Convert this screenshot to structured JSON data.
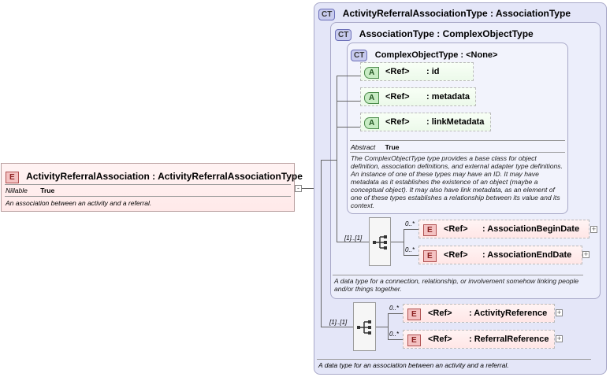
{
  "root": {
    "badge": "E",
    "title": "ActivityReferralAssociation : ActivityReferralAssociationType",
    "nillable_label": "Nillable",
    "nillable_value": "True",
    "doc": "An association between an activity and a referral."
  },
  "ct_outer": {
    "badge": "CT",
    "title": "ActivityReferralAssociationType : AssociationType",
    "doc": "A data type for an association between an activity and a referral."
  },
  "ct_middle": {
    "badge": "CT",
    "title": "AssociationType : ComplexObjectType",
    "doc": "A data type for a connection, relationship, or involvement somehow linking people and/or things together."
  },
  "ct_inner": {
    "badge": "CT",
    "title": "ComplexObjectType : <None>",
    "abstract_label": "Abstract",
    "abstract_value": "True",
    "doc": "The ComplexObjectType type provides a base class for object definition, association definitions, and external adapter type definitions. An instance of one of these types may have an ID. It may have metadata as it establishes the existence of an object (maybe a conceptual object). It may also have link metadata, as an element of one of these types establishes a relationship between its value and its context."
  },
  "attributes": [
    {
      "badge": "A",
      "ref": "<Ref>",
      "name": ": id"
    },
    {
      "badge": "A",
      "ref": "<Ref>",
      "name": ": metadata"
    },
    {
      "badge": "A",
      "ref": "<Ref>",
      "name": ": linkMetadata"
    }
  ],
  "assoc_seq": {
    "cardinality": "[1]..[1]",
    "elements": [
      {
        "badge": "E",
        "ref": "<Ref>",
        "name": ": AssociationBeginDate",
        "card": "0..*"
      },
      {
        "badge": "E",
        "ref": "<Ref>",
        "name": ": AssociationEndDate",
        "card": "0..*"
      }
    ]
  },
  "outer_seq": {
    "cardinality": "[1]..[1]",
    "elements": [
      {
        "badge": "E",
        "ref": "<Ref>",
        "name": ": ActivityReference",
        "card": "0..*"
      },
      {
        "badge": "E",
        "ref": "<Ref>",
        "name": ": ReferralReference",
        "card": "0..*"
      }
    ]
  },
  "colors": {
    "element_badge": "#f4c2c2",
    "attribute_badge": "#c8ecc4",
    "complex_type_bg": "#e4e6f8"
  }
}
